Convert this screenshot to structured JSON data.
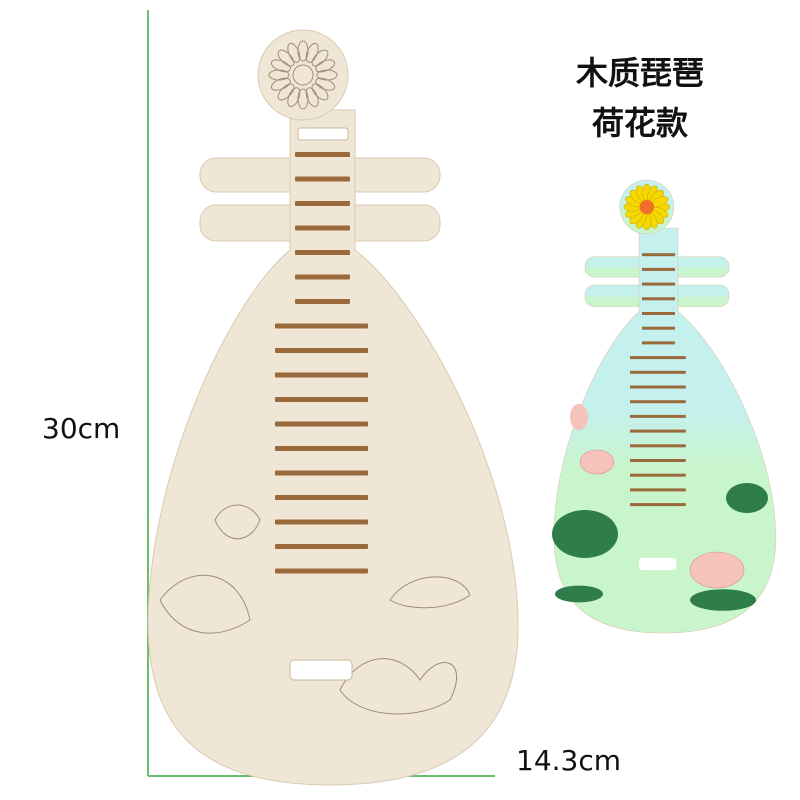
{
  "product": {
    "title_line1": "木质琵琶",
    "title_line2": "荷花款"
  },
  "dimensions": {
    "height_label": "30cm",
    "width_label": "14.3cm",
    "line_color": "#6cbf6c"
  },
  "colors": {
    "wood": "#efe6d6",
    "wood_edge": "#d9cbb2",
    "fret": "#9a6a3a",
    "painted_top": "#c4f0ee",
    "painted_bottom": "#c9f5cc",
    "flower_yellow": "#f5d800",
    "flower_center": "#f0702a",
    "lotus_pink": "#f5c2bc",
    "leaf_green": "#2e7d4a"
  }
}
